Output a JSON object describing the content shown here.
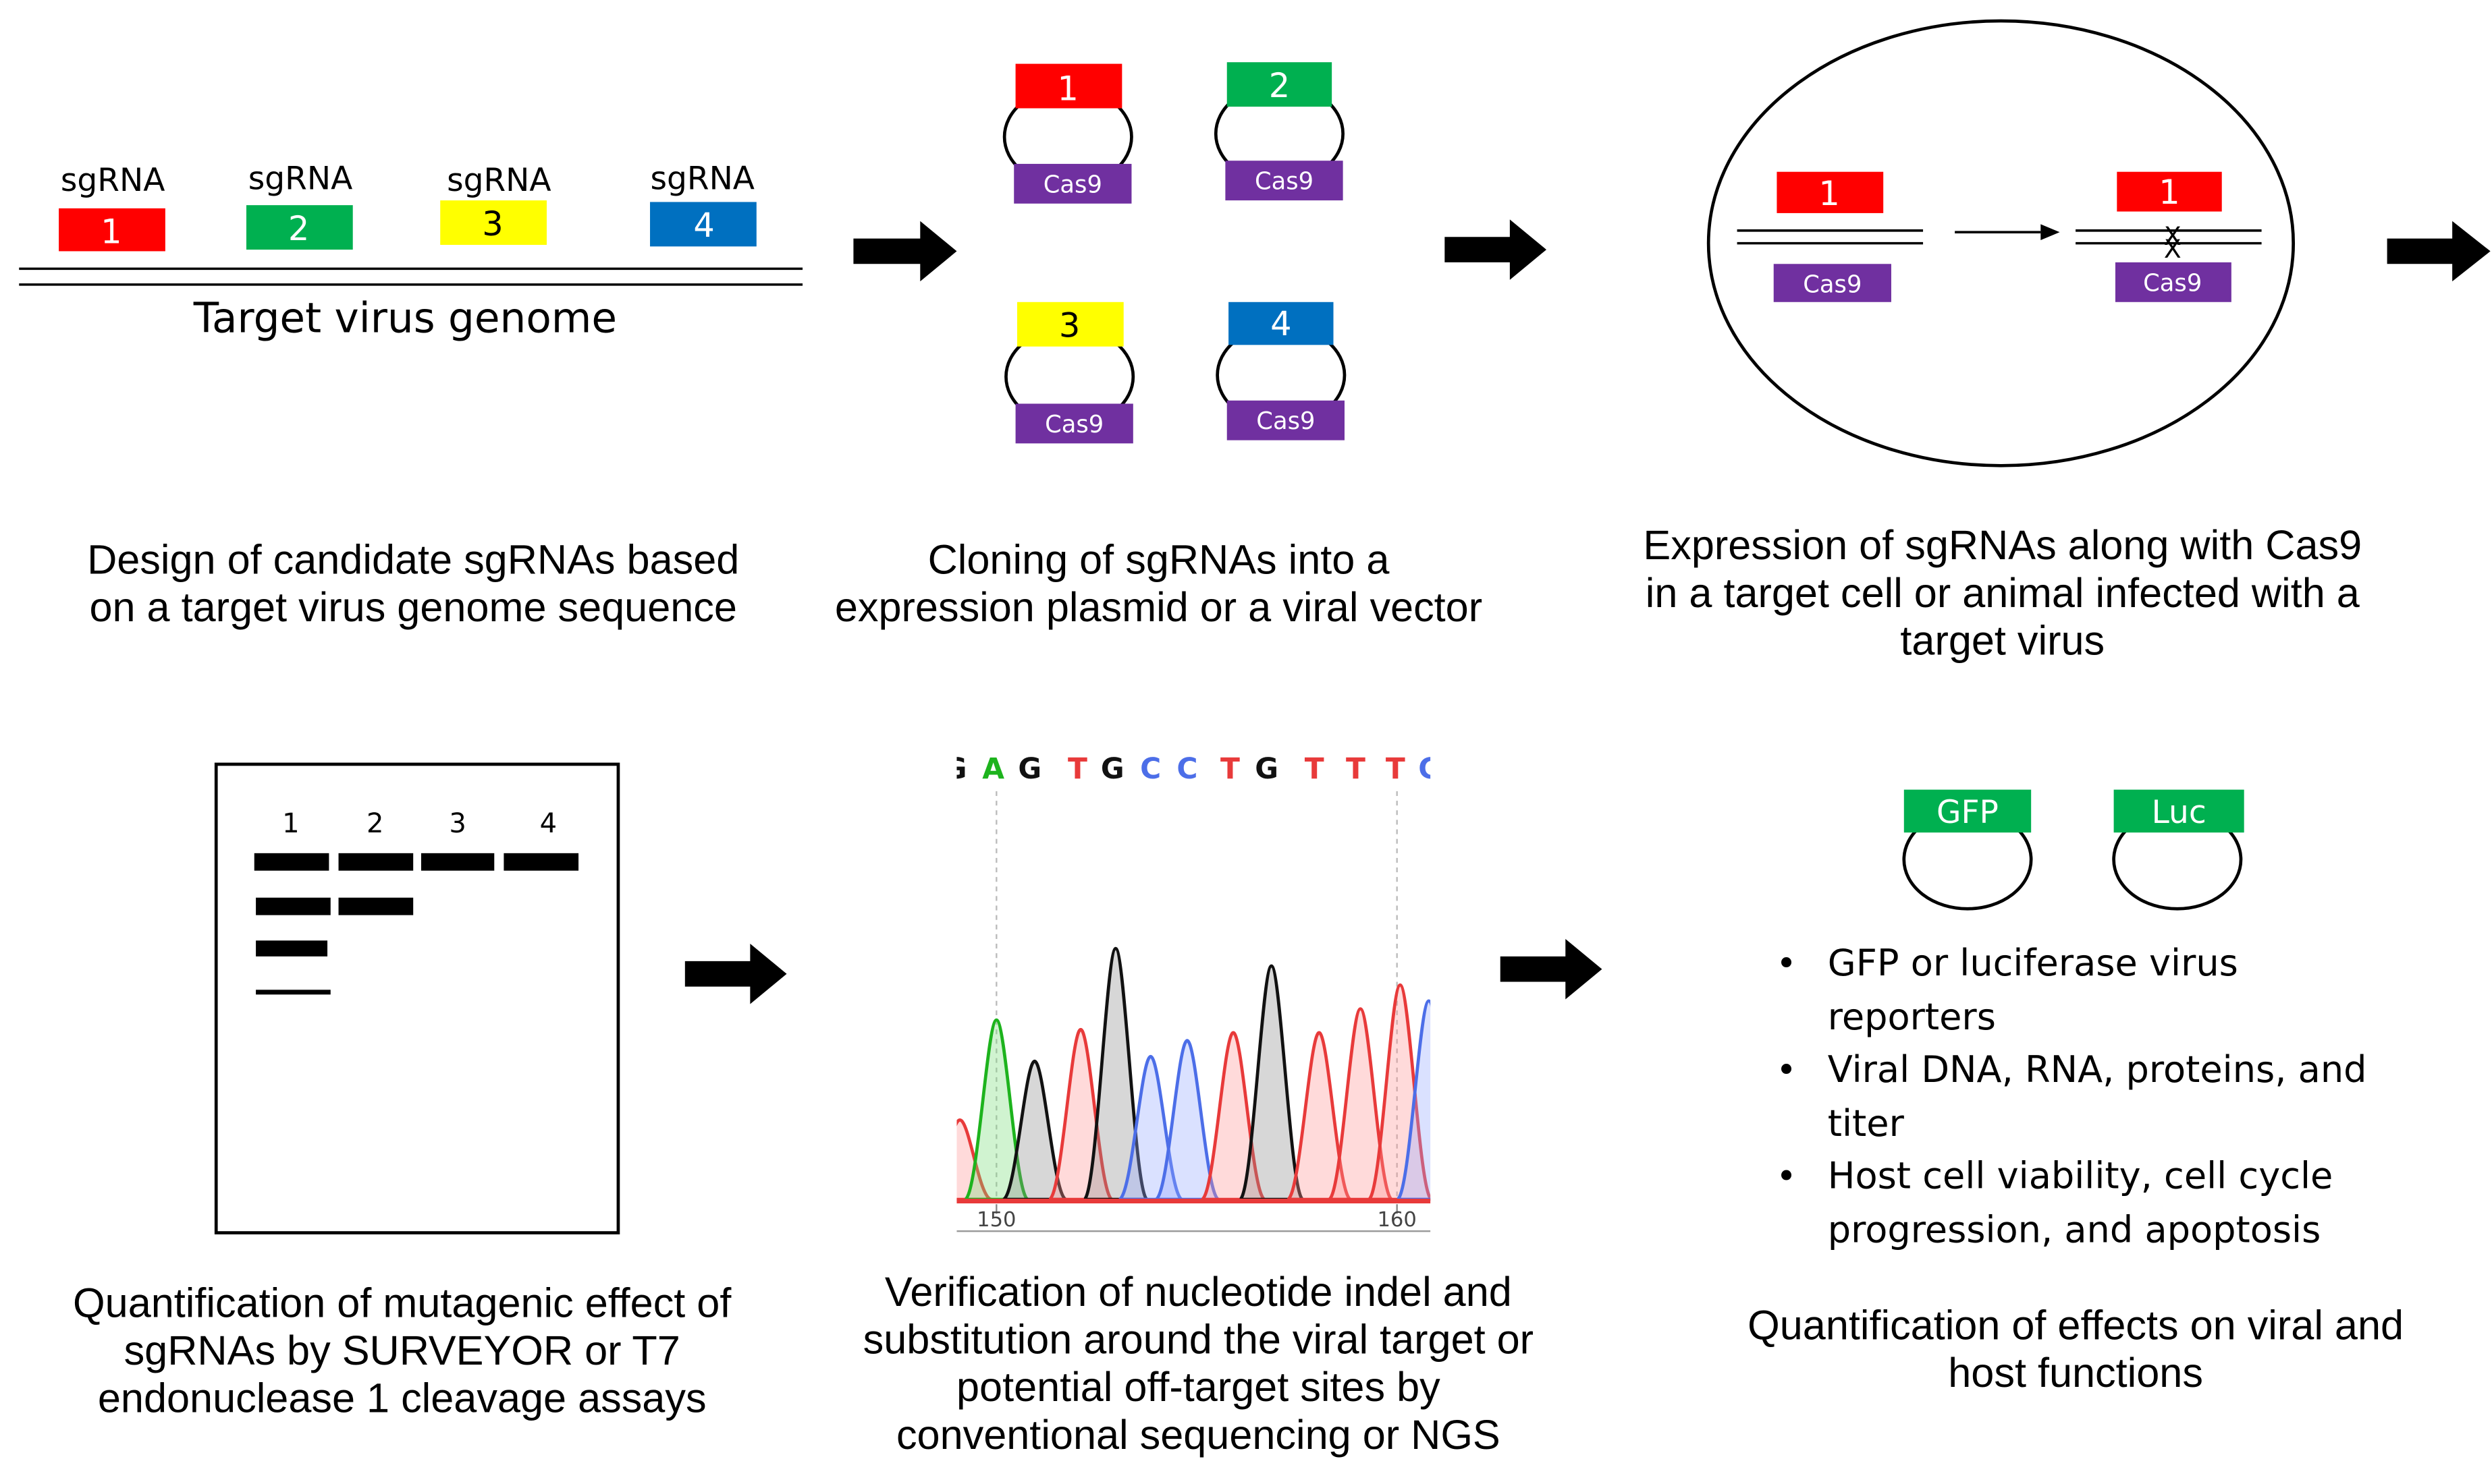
{
  "colors": {
    "red": "#ff0000",
    "green": "#00b050",
    "yellow": "#ffff00",
    "blue": "#0070c0",
    "purple": "#7030a0",
    "black": "#000000",
    "trace_green": "#1db31d",
    "trace_red": "#e83a3a",
    "trace_blue": "#4c6ee8",
    "trace_black": "#111111"
  },
  "panel1": {
    "sgrna_label": "sgRNA",
    "guides": [
      {
        "number": "1",
        "color": "red"
      },
      {
        "number": "2",
        "color": "green"
      },
      {
        "number": "3",
        "color": "yellow"
      },
      {
        "number": "4",
        "color": "blue"
      }
    ],
    "genome_label": "Target virus genome",
    "caption": [
      "Design of candidate sgRNAs based",
      "on a target virus genome sequence"
    ]
  },
  "panel2": {
    "plasmids": [
      {
        "number": "1",
        "color": "red"
      },
      {
        "number": "2",
        "color": "green"
      },
      {
        "number": "3",
        "color": "yellow"
      },
      {
        "number": "4",
        "color": "blue"
      }
    ],
    "cas9_label": "Cas9",
    "caption": [
      "Cloning of sgRNAs into a",
      "expression plasmid or a viral vector"
    ]
  },
  "panel3": {
    "guide_number": "1",
    "cas9_label": "Cas9",
    "cut_mark": "X",
    "caption": [
      "Expression of sgRNAs along with Cas9",
      "in a target cell or animal infected with a",
      "target virus"
    ]
  },
  "panel4": {
    "lanes": [
      "1",
      "2",
      "3",
      "4"
    ],
    "caption": [
      "Quantification of mutagenic effect of",
      "sgRNAs by SURVEYOR or T7",
      "endonuclease 1 cleavage assays"
    ]
  },
  "panel5": {
    "bases": [
      "A",
      "G",
      "T",
      "G",
      "C",
      "C",
      "T",
      "G",
      "T",
      "T",
      "T"
    ],
    "edge_left": "G",
    "edge_right": "C",
    "positions": [
      "150",
      "160"
    ],
    "caption": [
      "Verification of nucleotide indel and",
      "substitution around the viral target or",
      "potential off-target sites by",
      "conventional sequencing or NGS"
    ]
  },
  "panel6": {
    "reporters": [
      "GFP",
      "Luc"
    ],
    "bullets": [
      [
        "GFP or luciferase virus",
        "reporters"
      ],
      [
        "Viral DNA, RNA, proteins, and",
        "titer"
      ],
      [
        "Host cell viability, cell cycle",
        "progression, and apoptosis"
      ]
    ],
    "bullet_symbol": "•",
    "caption": [
      "Quantification of effects on viral and",
      "host functions"
    ]
  }
}
